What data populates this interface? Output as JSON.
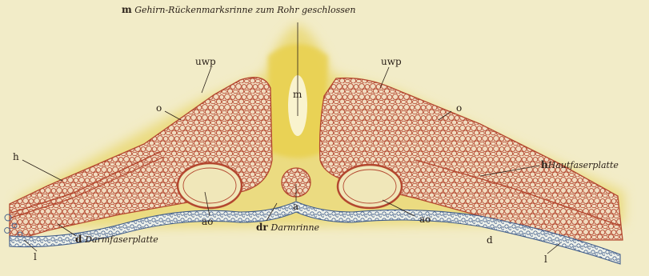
{
  "figure": {
    "title_key": "m",
    "title_text": "Gehirn-Rückenmarksrinne zum Rohr geschlossen",
    "labels": {
      "uwp": "uwp",
      "m": "m",
      "o": "o",
      "h": "h",
      "h_right_text": "Hautfaserplatte",
      "a": "a",
      "ao": "ao",
      "dr": "dr",
      "dr_text": "Darmrinne",
      "d": "d",
      "d_left_text": "Darmfaserplatte",
      "l": "l"
    },
    "colors": {
      "background": "#f2ecc8",
      "ectoderm_glow": "#e8d56a",
      "cell_fill": "#f1dcc0",
      "cell_outline": "#b3472f",
      "endoderm_outline": "#3f5c8a",
      "aorta_fill": "#f0e7b9"
    }
  }
}
